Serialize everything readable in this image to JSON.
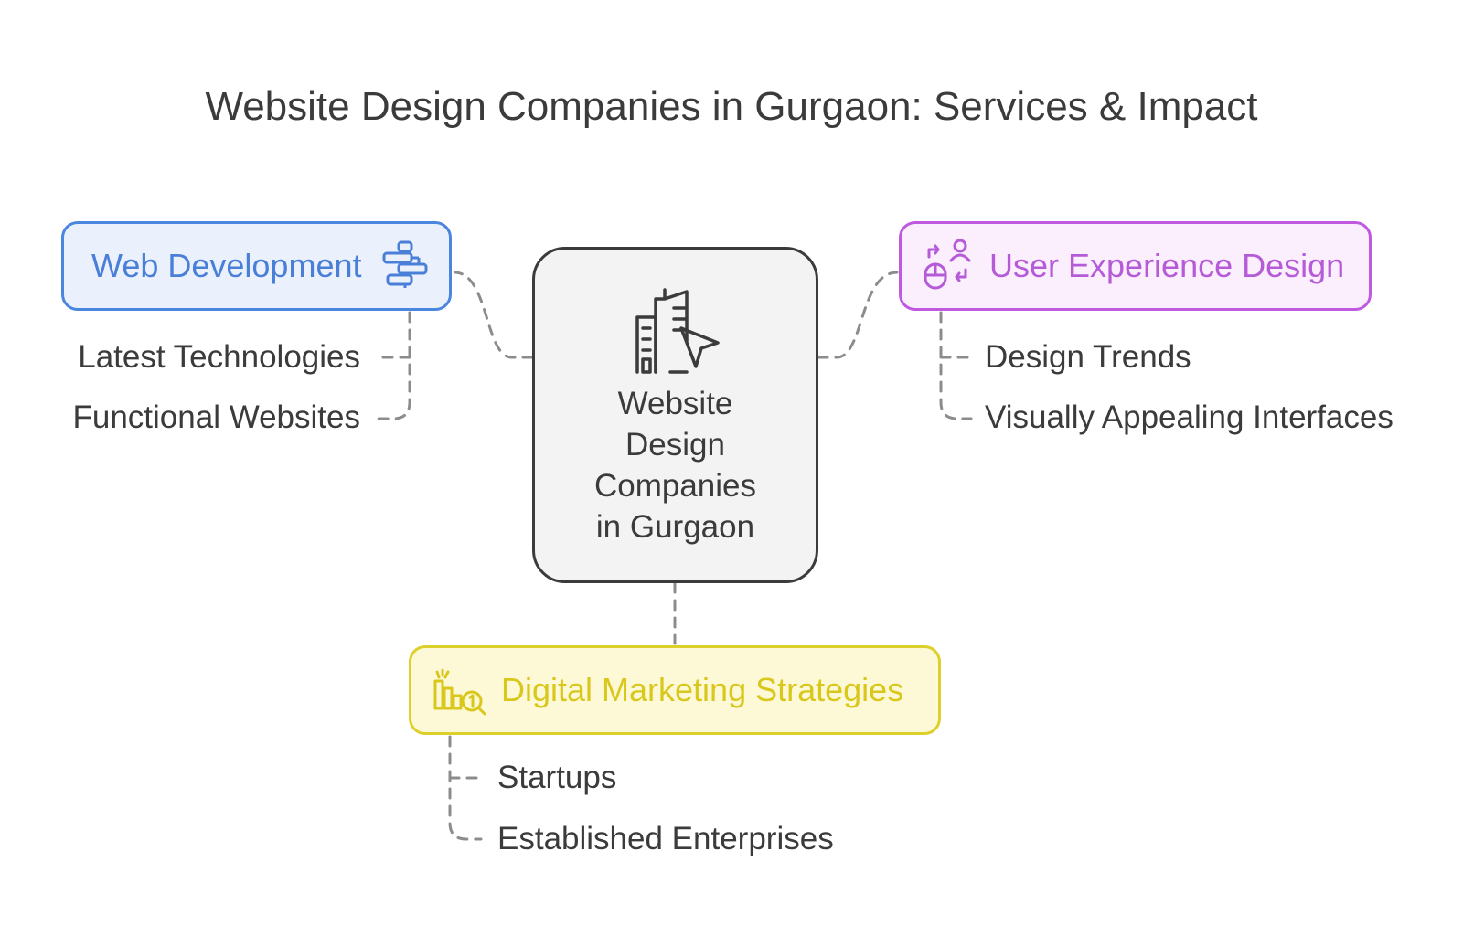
{
  "title": "Website Design Companies in Gurgaon: Services & Impact",
  "center": {
    "lines": [
      "Website",
      "Design",
      "Companies",
      "in Gurgaon"
    ],
    "icon": "city-building-cursor-icon"
  },
  "branches": {
    "web_development": {
      "label": "Web Development",
      "icon": "flowchart-blocks-icon",
      "color": "#4a86e0",
      "items": [
        "Latest Technologies",
        "Functional Websites"
      ]
    },
    "user_experience": {
      "label": "User Experience Design",
      "icon": "user-swap-mouse-icon",
      "color": "#bf5ae0",
      "items": [
        "Design Trends",
        "Visually Appealing Interfaces"
      ]
    },
    "digital_marketing": {
      "label": "Digital Marketing Strategies",
      "icon": "bar-chart-search-icon",
      "color": "#ddd02a",
      "items": [
        "Startups",
        "Established Enterprises"
      ]
    }
  }
}
